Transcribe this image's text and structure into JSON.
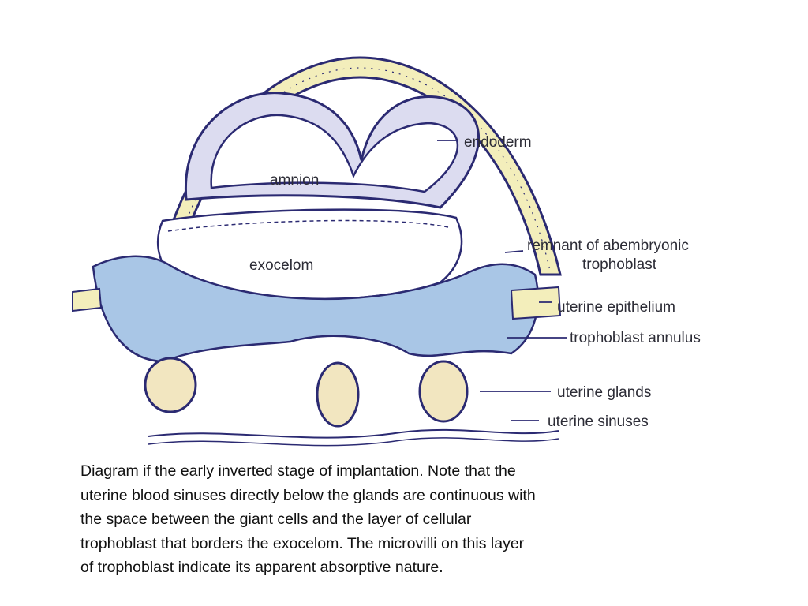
{
  "diagram": {
    "labels": {
      "amnion": "amnion",
      "exocelom": "exocelom",
      "endoderm": "endoderm",
      "remnant_line1": "remnant of abembryonic",
      "remnant_line2": "trophoblast",
      "uterine_epithelium": "uterine epithelium",
      "trophoblast_annulus": "trophoblast annulus",
      "uterine_glands": "uterine glands",
      "uterine_sinuses": "uterine sinuses"
    },
    "colors": {
      "outline": "#2b2a72",
      "trophoblast_fill": "#a9c6e6",
      "epithelium_fill": "#f3eebb",
      "gland_fill": "#f2e6c0",
      "amnion_fill": "#dcdcf0"
    }
  },
  "caption": {
    "lines": [
      "Diagram if the early inverted stage of implantation. Note that the",
      "uterine blood sinuses directly below the glands are continuous with",
      "the space between the giant cells and the layer of cellular",
      "trophoblast that borders the exocelom. The microvilli on this layer",
      "of trophoblast indicate its apparent absorptive nature."
    ]
  }
}
